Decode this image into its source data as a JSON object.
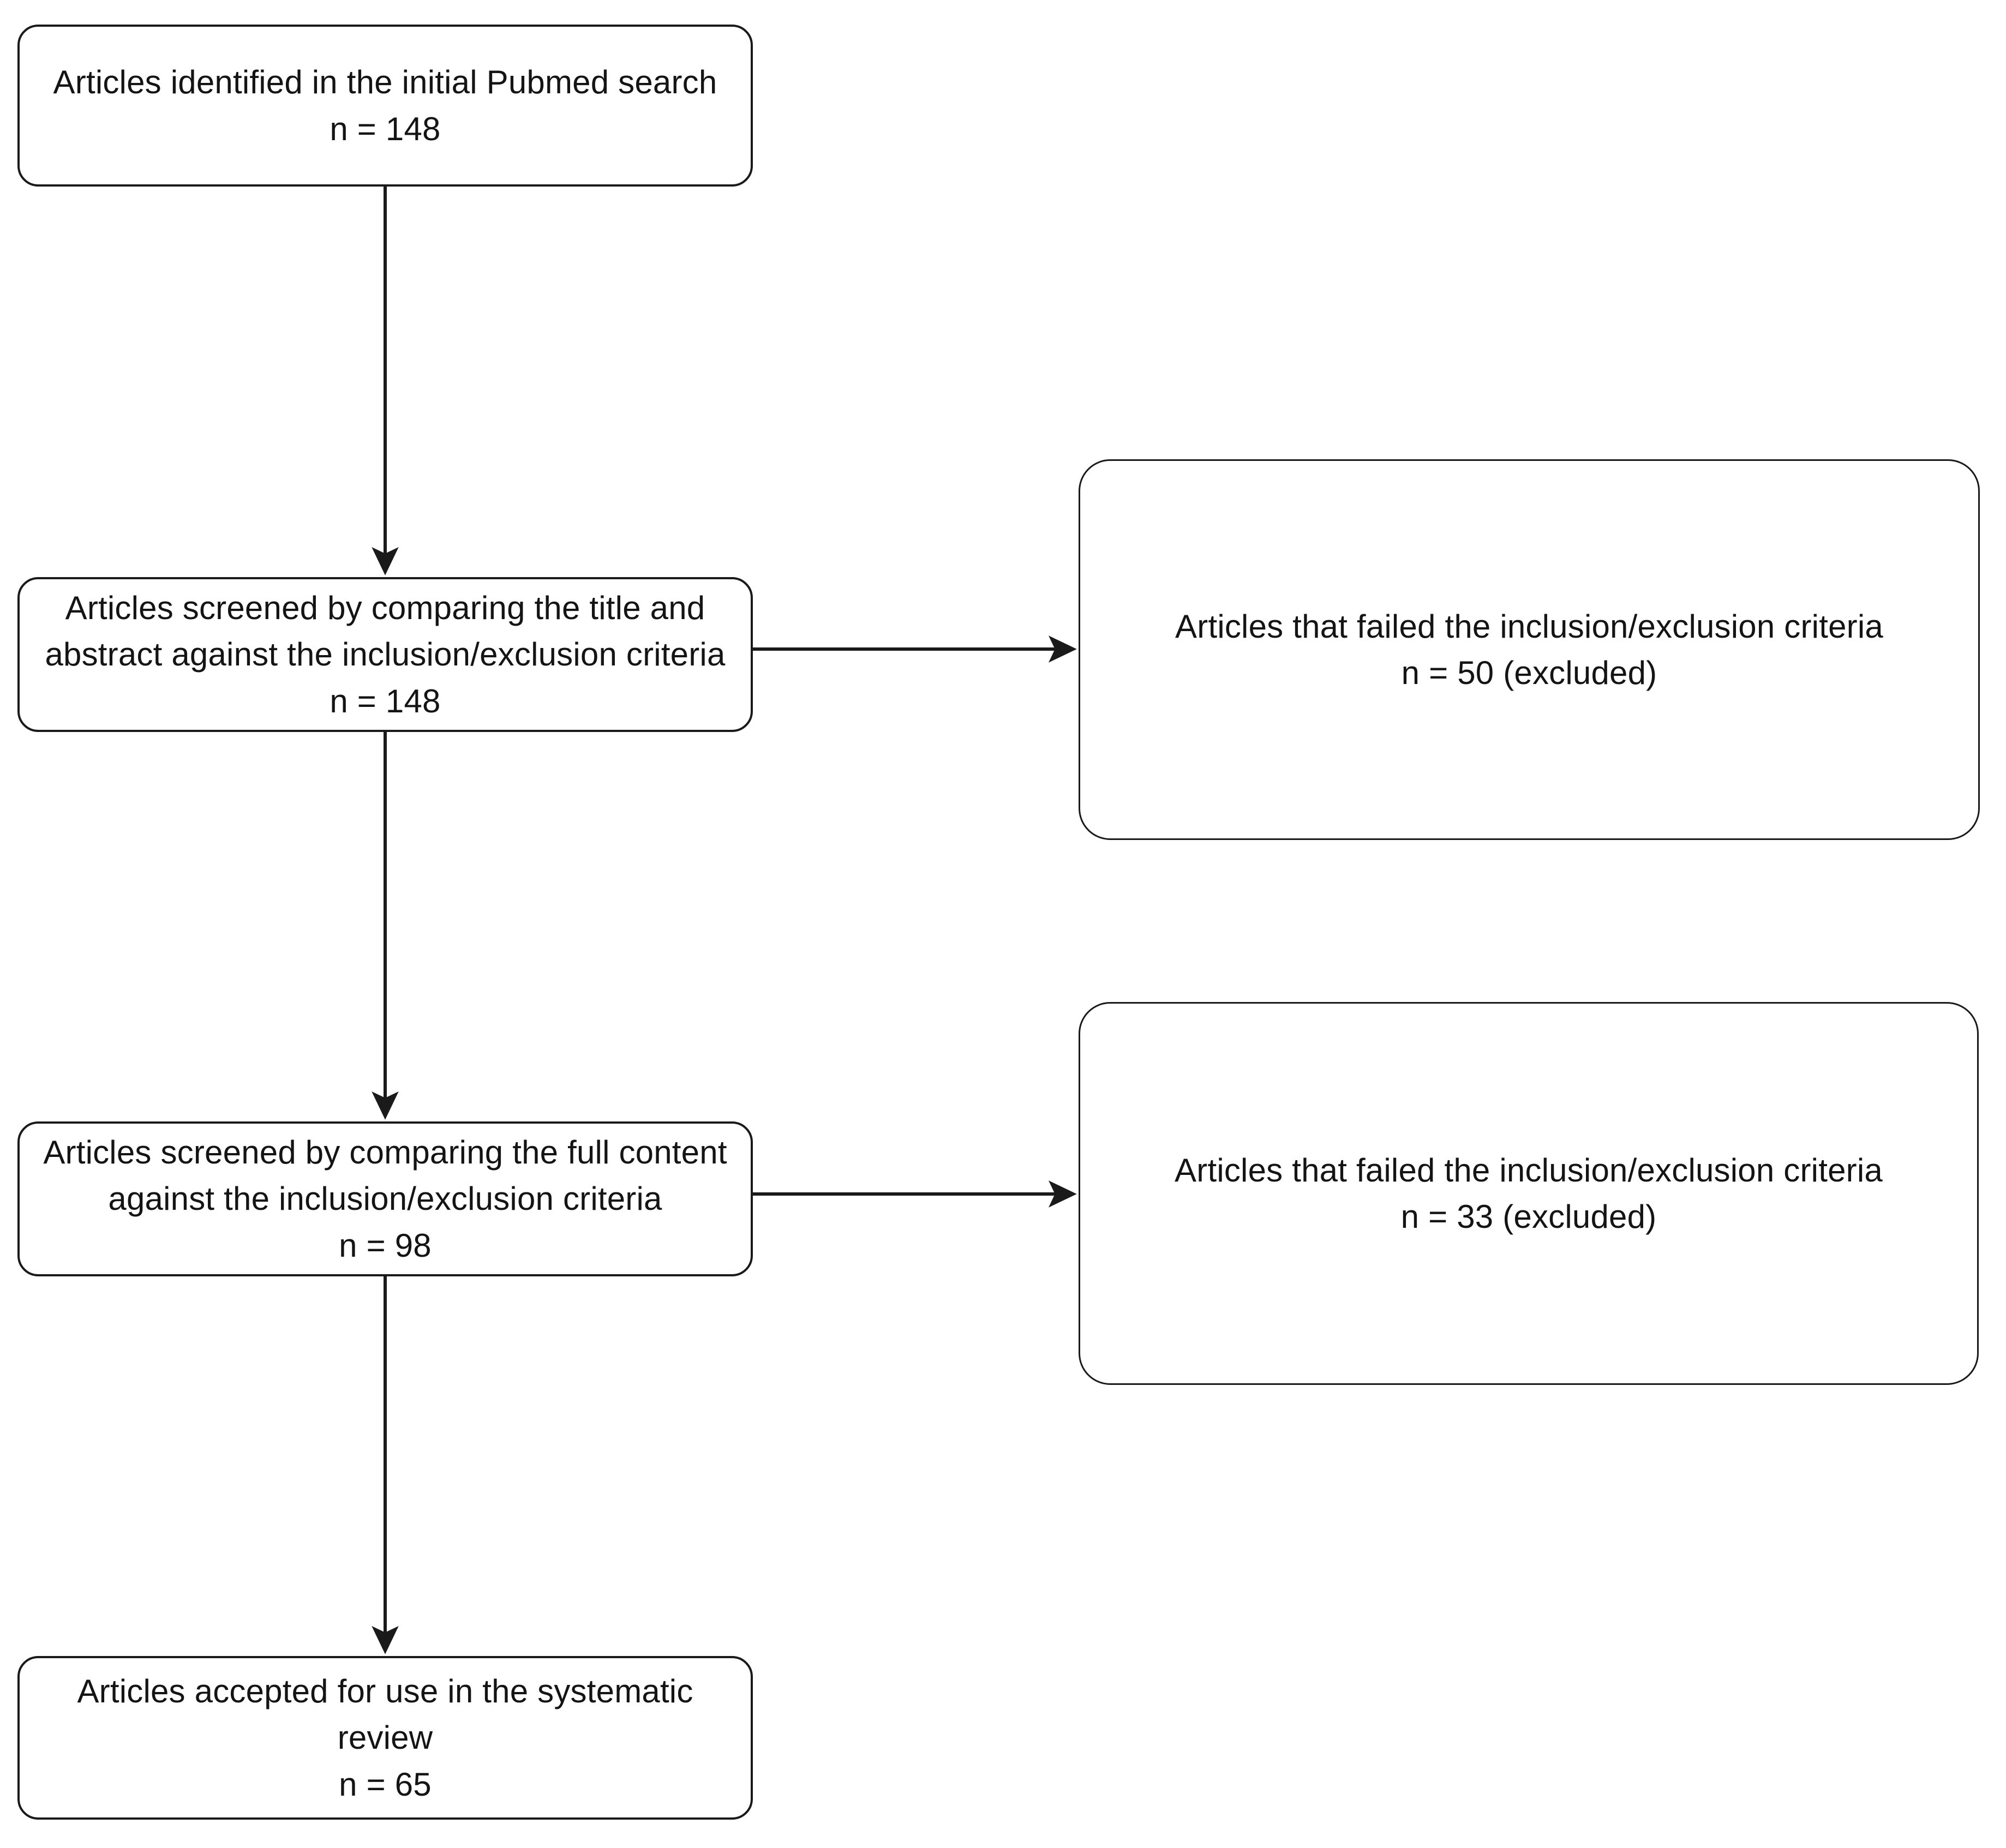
{
  "diagram": {
    "type": "prisma-flow-diagram",
    "title": "Systematic review article selection flow",
    "style": {
      "background": "#ffffff",
      "node_border": "#1a1a1a",
      "node_fill": "#ffffff",
      "text_color": "#141414",
      "edge_color": "#1a1a1a"
    },
    "nodes": [
      {
        "id": "identified",
        "label": "Articles identified in the initial Pubmed search\nn = 148",
        "line1": "Articles identified in the initial Pubmed search",
        "line2": "n = 148",
        "count": 148,
        "column": "left",
        "stage": "identification"
      },
      {
        "id": "screened-title",
        "label": "Articles screened by comparing the title and\nabstract against the inclusion/exclusion criteria\nn = 148",
        "line1": "Articles screened by comparing the title and",
        "line2": "abstract against the inclusion/exclusion criteria",
        "line3": "n = 148",
        "count": 148,
        "column": "left",
        "stage": "screening"
      },
      {
        "id": "excluded-title",
        "label": "Articles that failed the inclusion/exclusion criteria\nn = 50 (excluded)",
        "line1": "Articles that failed the inclusion/exclusion criteria",
        "line2": "n = 50 (excluded)",
        "count": 50,
        "column": "right",
        "stage": "excluded"
      },
      {
        "id": "screened-full",
        "label": "Articles screened by comparing the full content\nagainst the inclusion/exclusion criteria\nn = 98",
        "line1": "Articles screened by comparing the full content",
        "line2": "against the inclusion/exclusion criteria",
        "line3": "n = 98",
        "count": 98,
        "column": "left",
        "stage": "eligibility"
      },
      {
        "id": "excluded-full",
        "label": "Articles that failed the inclusion/exclusion criteria\nn = 33 (excluded)",
        "line1": "Articles that failed the inclusion/exclusion criteria",
        "line2": "n = 33 (excluded)",
        "count": 33,
        "column": "right",
        "stage": "excluded"
      },
      {
        "id": "accepted",
        "label": "Articles accepted for use in the systematic review\nn = 65",
        "line1": "Articles accepted for use in the systematic review",
        "line2": "n = 65",
        "count": 65,
        "column": "left",
        "stage": "included"
      }
    ],
    "edges": [
      {
        "id": "e1",
        "from": "identified",
        "to": "screened-title",
        "direction": "down",
        "label": ""
      },
      {
        "id": "e2",
        "from": "screened-title",
        "to": "excluded-title",
        "direction": "right",
        "label": ""
      },
      {
        "id": "e3",
        "from": "screened-title",
        "to": "screened-full",
        "direction": "down",
        "label": ""
      },
      {
        "id": "e4",
        "from": "screened-full",
        "to": "excluded-full",
        "direction": "right",
        "label": ""
      },
      {
        "id": "e5",
        "from": "screened-full",
        "to": "accepted",
        "direction": "down",
        "label": ""
      }
    ]
  }
}
